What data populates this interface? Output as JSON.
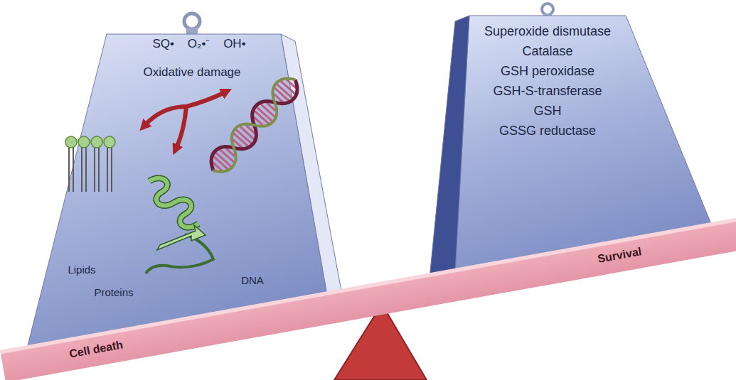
{
  "diagram": {
    "nodes": [
      {
        "text": [
          "SQ• O₂•⁻ OH•",
          "Oxidative damage",
          "Lipids",
          "Proteins",
          "DNA"
        ]
      },
      {
        "text": [
          "Superoxide dismutase",
          "Catalase",
          "GSH peroxidase",
          "GSH-S-transferase",
          "GSH",
          "GSSG reductase"
        ]
      },
      {
        "text": [
          "Cell death",
          "Survival"
        ]
      }
    ]
  }
}
